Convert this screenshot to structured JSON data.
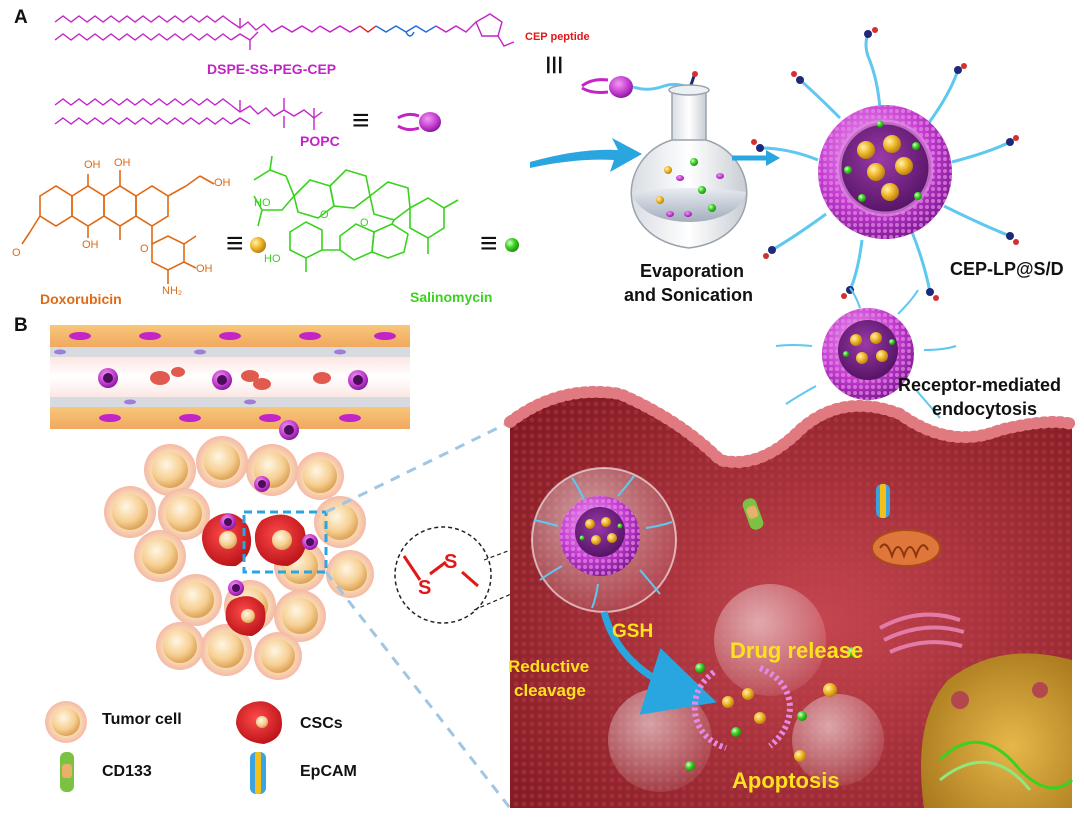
{
  "panels": {
    "a": "A",
    "b": "B"
  },
  "chemicals": {
    "dspe": "DSPE-SS-PEG-CEP",
    "cep_peptide": "CEP peptide",
    "popc": "POPC",
    "doxorubicin": "Doxorubicin",
    "salinomycin": "Salinomycin"
  },
  "atoms": {
    "oh1": "OH",
    "oh2": "OH",
    "oh3": "OH",
    "oh4": "OH",
    "oh5": "OH",
    "oh6": "HO",
    "ho_sal": "HO",
    "nh2": "NH₂",
    "o_me": "O",
    "o_dox": "O",
    "o_sal1": "O",
    "o_sal2": "O"
  },
  "equiv_symbol": "≡",
  "process": {
    "step_line1": "Evaporation",
    "step_line2": "and Sonication",
    "product": "CEP-LP@S/D"
  },
  "mechanism": {
    "endocytosis_line1": "Receptor-mediated",
    "endocytosis_line2": "endocytosis",
    "gsh": "GSH",
    "cleavage_line1": "Reductive",
    "cleavage_line2": "cleavage",
    "drug_release": "Drug release",
    "apoptosis": "Apoptosis",
    "disulfide_s1": "S",
    "disulfide_s2": "S"
  },
  "legend": {
    "tumor_cell": "Tumor cell",
    "cscs": "CSCs",
    "cd133": "CD133",
    "epcam": "EpCAM"
  },
  "colors": {
    "magenta": "#c224c8",
    "orange": "#e06a14",
    "green": "#3ad21f",
    "gold": "#e8a822",
    "cell_red": "#9a1e28",
    "label_yellow": "#ffe21c",
    "arrow_blue": "#29a6e0",
    "peg_blue": "#5fc8f0"
  }
}
